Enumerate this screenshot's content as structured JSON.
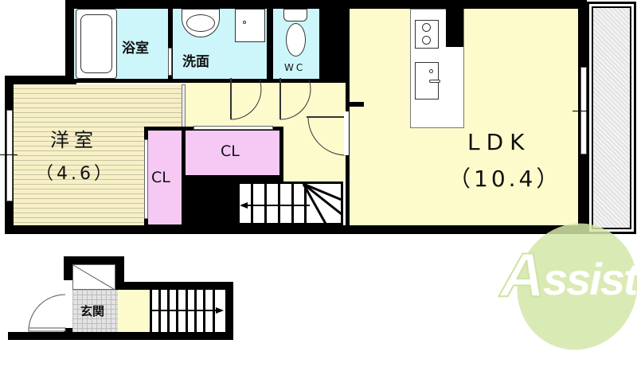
{
  "floor_plan": {
    "rooms": {
      "bathroom": {
        "label": "浴室"
      },
      "washroom": {
        "label": "洗面"
      },
      "toilet": {
        "label": "WC"
      },
      "western_room": {
        "label": "洋室",
        "size": "（4.6）"
      },
      "closet_vertical": {
        "label": "CL"
      },
      "closet_horizontal": {
        "label": "CL"
      },
      "ldk": {
        "label": "LDK",
        "size": "（10.4）"
      },
      "entrance": {
        "label": "玄関"
      }
    },
    "colors": {
      "wet_area": "#cdf6fb",
      "living_area": "#fdfbcc",
      "closet": "#f6c9f4",
      "wall": "#000000",
      "entrance_tile": "#e3e3e3",
      "balcony": "#ececec"
    }
  },
  "watermark": {
    "text": "Assist",
    "first_letter": "A",
    "rest": "ssist",
    "circle_color": "#d4e6a8",
    "letter_color": "#ffffff",
    "accent_color": "#e89aa6"
  }
}
